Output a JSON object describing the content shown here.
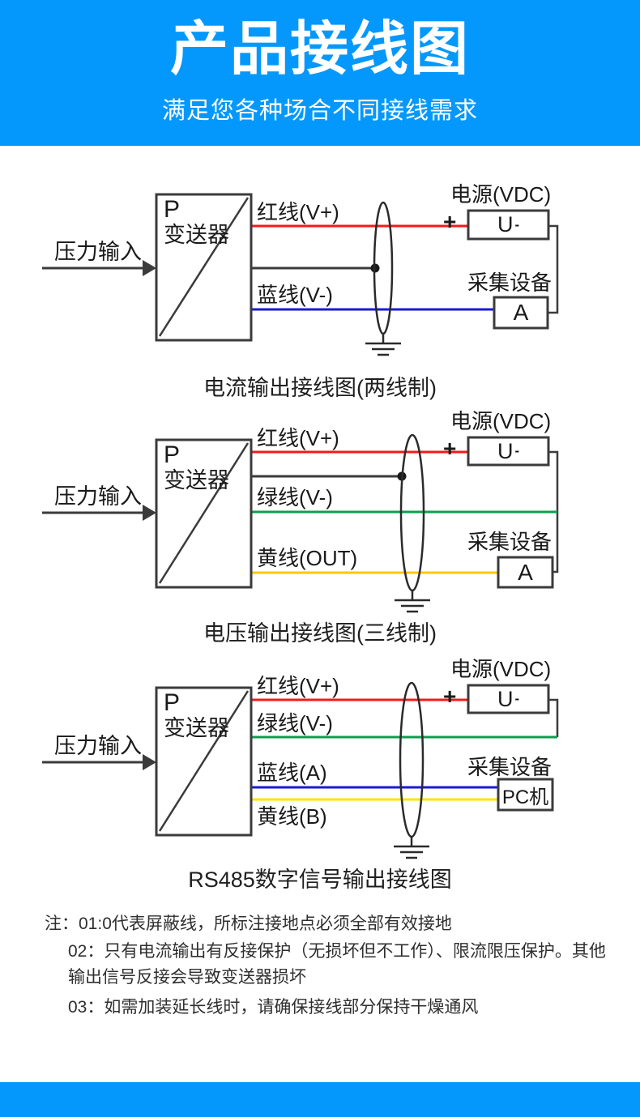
{
  "header": {
    "title": "产品接线图",
    "subtitle": "满足您各种场合不同接线需求",
    "background_color": "#0598fc",
    "text_color": "#ffffff"
  },
  "diagrams": [
    {
      "caption": "电流输出接线图(两线制)",
      "input_label": "压力输入",
      "transmitter": {
        "line1": "P",
        "line2": "变送器"
      },
      "power_label": "电源(VDC)",
      "plus_sign": "+",
      "power_box": {
        "label": "U",
        "sup": "-"
      },
      "collector_label": "采集设备",
      "collector_box": "A",
      "wires": [
        {
          "label": "红线(V+)",
          "color": "#f61818"
        },
        {
          "label": "",
          "color": "#3b3b3b"
        },
        {
          "label": "蓝线(V-)",
          "color": "#1a1ad8"
        }
      ]
    },
    {
      "caption": "电压输出接线图(三线制)",
      "input_label": "压力输入",
      "transmitter": {
        "line1": "P",
        "line2": "变送器"
      },
      "power_label": "电源(VDC)",
      "plus_sign": "+",
      "power_box": {
        "label": "U",
        "sup": "-"
      },
      "collector_label": "采集设备",
      "collector_box": "A",
      "wires": [
        {
          "label": "红线(V+)",
          "color": "#f61818"
        },
        {
          "label": "",
          "color": "#3b3b3b"
        },
        {
          "label": "绿线(V-)",
          "color": "#0aa04e"
        },
        {
          "label": "黄线(OUT)",
          "color": "#fdc70c"
        }
      ]
    },
    {
      "caption": "RS485数字信号输出接线图",
      "input_label": "压力输入",
      "transmitter": {
        "line1": "P",
        "line2": "变送器"
      },
      "power_label": "电源(VDC)",
      "plus_sign": "+",
      "power_box": {
        "label": "U",
        "sup": "-"
      },
      "collector_label": "采集设备",
      "collector_box": "PC机",
      "wires": [
        {
          "label": "红线(V+)",
          "color": "#f61818"
        },
        {
          "label": "绿线(V-)",
          "color": "#0aa04e"
        },
        {
          "label": "蓝线(A)",
          "color": "#1a1ad8"
        },
        {
          "label": "黄线(B)",
          "color": "#ffe30a"
        }
      ]
    }
  ],
  "notes": {
    "prefix": "注：",
    "items": [
      "01:0代表屏蔽线，所标注接地点必须全部有效接地",
      "02：只有电流输出有反接保护（无损坏但不工作）、限流限压保护。其他",
      "输出信号反接会导致变送器损坏",
      "03：如需加装延长线时，请确保接线部分保持干燥通风"
    ]
  }
}
